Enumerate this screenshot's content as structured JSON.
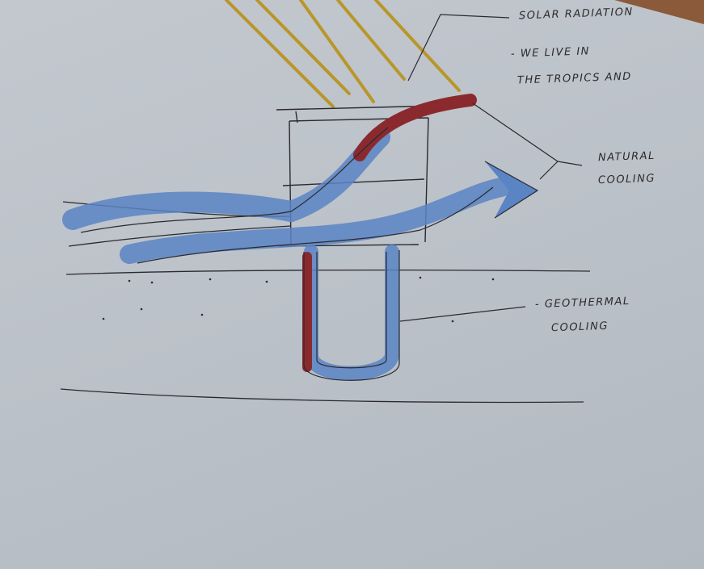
{
  "annotations": {
    "solar_line1": "SOLAR RADIATION",
    "solar_line2": "- WE LIVE IN",
    "solar_line3": "THE TROPICS AND",
    "natural_line1": "NATURAL",
    "natural_line2": "COOLING",
    "geo_line1": "- GEOTHERMAL",
    "geo_line2": "COOLING"
  },
  "colors": {
    "paper": "#bfc5cc",
    "ink": "#2a2a2e",
    "sun_rays": "#b8962a",
    "warm_air": "#8a2a2e",
    "cool_air": "#5b84c4",
    "table_wood": "#8a5a3a"
  },
  "icons": {
    "sun_rays": "sun-rays-icon",
    "airflow_arrow": "airflow-arrow-icon",
    "u_pipe": "geothermal-u-pipe-icon"
  }
}
